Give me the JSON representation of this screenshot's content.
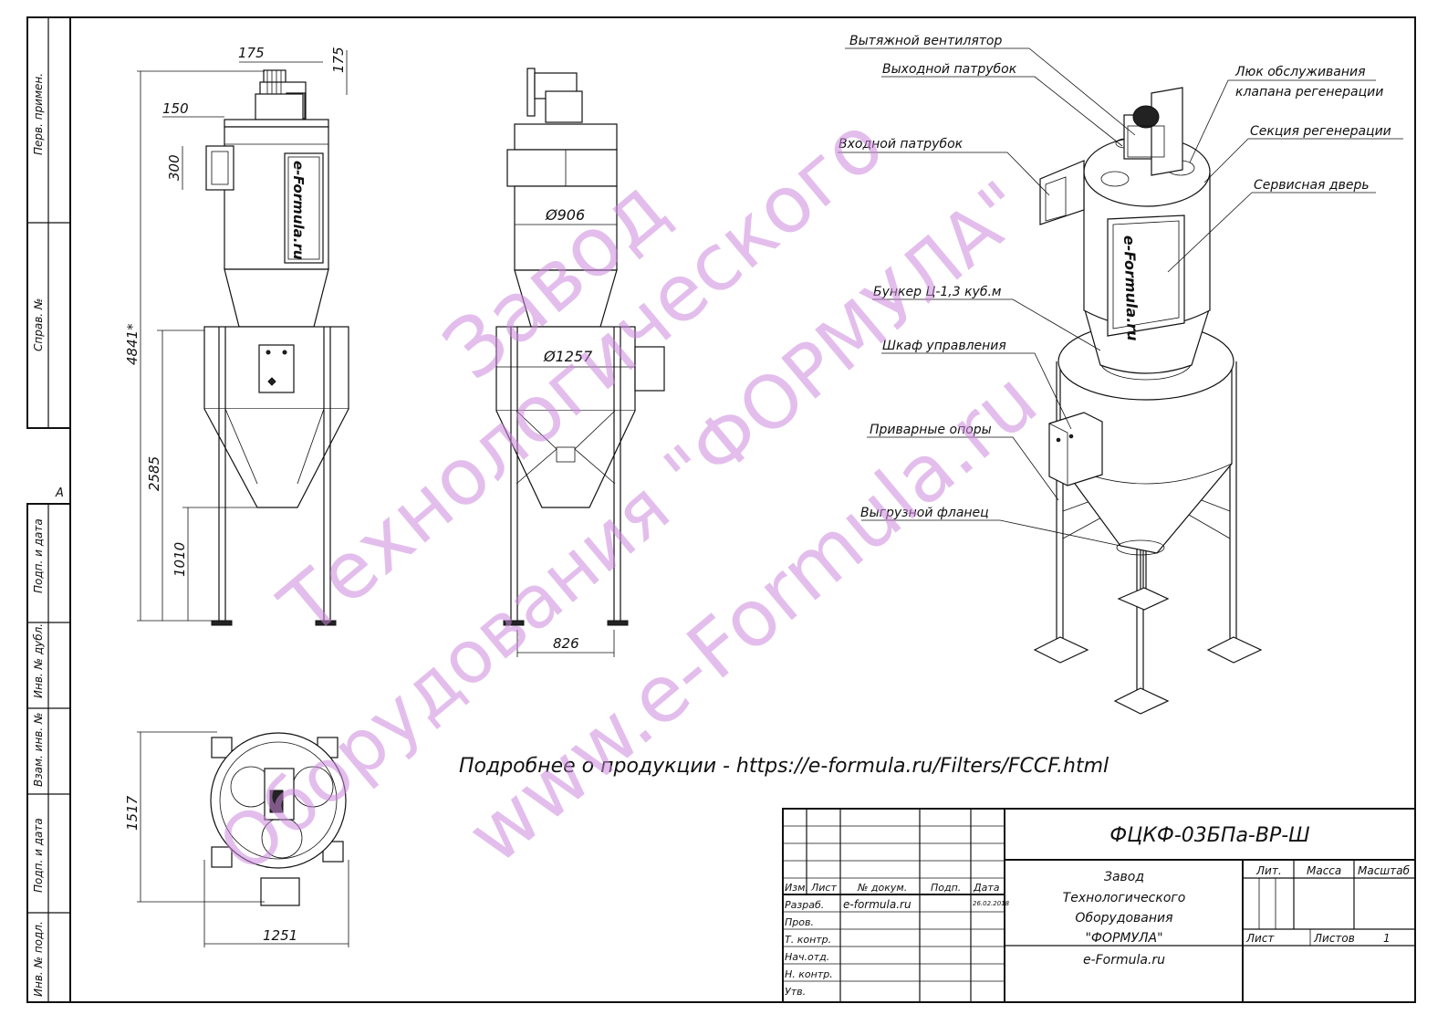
{
  "side_stamps": [
    "Перв. примен.",
    "Справ. №",
    "Подп. и дата",
    "Инв. № дубл.",
    "Взам. инв. №",
    "Подп. и дата",
    "Инв. № подл."
  ],
  "side_letter": "A",
  "front_view": {
    "dims": [
      "175",
      "175",
      "150",
      "300",
      "4841*",
      "2585",
      "1010"
    ],
    "logo": "e-Formula.ru"
  },
  "side_view": {
    "dims": [
      "Ø906",
      "Ø1257",
      "826"
    ]
  },
  "top_view": {
    "dims": [
      "1517",
      "1251"
    ]
  },
  "callouts": [
    "Вытяжной вентилятор",
    "Выходной патрубок",
    "Люк обслуживания",
    "клапана регенерации",
    "Секция регенерации",
    "Входной патрубок",
    "Сервисная дверь",
    "Бункер Ц-1,3 куб.м",
    "Шкаф управления",
    "Приварные опоры",
    "Выгрузной фланец"
  ],
  "iso_logo": "e-Formula.ru",
  "more_info": "Подробнее о продукции - https://e-formula.ru/Filters/FCCF.html",
  "watermark": [
    "Завод",
    "Технологического",
    "Оборудования \"ФОРМУЛА\"",
    "www.e-Formula.ru"
  ],
  "title_block": {
    "designation": "ФЦКФ-03БПа-ВР-Ш",
    "company": [
      "Завод",
      "Технологического",
      "Оборудования",
      "\"ФОРМУЛА\""
    ],
    "website": "e-Formula.ru",
    "col_headers": [
      "Изм.",
      "Лист",
      "№ докум.",
      "Подп.",
      "Дата"
    ],
    "roles": [
      "Разраб.",
      "Пров.",
      "Т. контр.",
      "Нач.отд.",
      "Н. контр.",
      "Утв."
    ],
    "developer": "e-formula.ru",
    "date": "26.02.2018",
    "lit_label": "Лит.",
    "mass_label": "Масса",
    "scale_label": "Масштаб",
    "sheet_label": "Лист",
    "sheets_label": "Листов",
    "sheets_value": "1"
  }
}
